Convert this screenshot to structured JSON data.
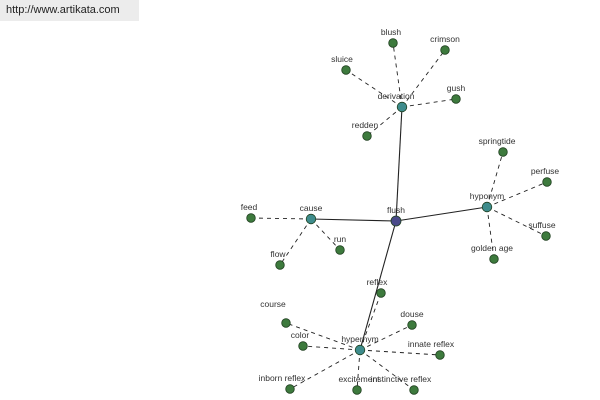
{
  "header": {
    "url": "http://www.artikata.com"
  },
  "colors": {
    "center_node": "#4a4a8a",
    "relation_node": "#3e8c8c",
    "leaf_node": "#3d7a3d",
    "edge": "#222222",
    "url_background": "#ececec"
  },
  "graph": {
    "center": {
      "id": "flush",
      "label": "flush"
    },
    "relations": [
      {
        "id": "derivation",
        "label": "derivation"
      },
      {
        "id": "hyponym",
        "label": "hyponym"
      },
      {
        "id": "cause",
        "label": "cause"
      },
      {
        "id": "hypernym",
        "label": "hypernym"
      }
    ],
    "leaves": [
      {
        "id": "blush",
        "label": "blush",
        "relation": "derivation"
      },
      {
        "id": "crimson",
        "label": "crimson",
        "relation": "derivation"
      },
      {
        "id": "sluice",
        "label": "sluice",
        "relation": "derivation"
      },
      {
        "id": "gush",
        "label": "gush",
        "relation": "derivation"
      },
      {
        "id": "redden",
        "label": "redden",
        "relation": "derivation"
      },
      {
        "id": "springtide",
        "label": "springtide",
        "relation": "hyponym"
      },
      {
        "id": "perfuse",
        "label": "perfuse",
        "relation": "hyponym"
      },
      {
        "id": "suffuse",
        "label": "suffuse",
        "relation": "hyponym"
      },
      {
        "id": "golden-age",
        "label": "golden age",
        "relation": "hyponym"
      },
      {
        "id": "feed",
        "label": "feed",
        "relation": "cause"
      },
      {
        "id": "run",
        "label": "run",
        "relation": "cause"
      },
      {
        "id": "flow",
        "label": "flow",
        "relation": "cause"
      },
      {
        "id": "reflex",
        "label": "reflex",
        "relation": "hypernym"
      },
      {
        "id": "course",
        "label": "course",
        "relation": "hypernym"
      },
      {
        "id": "douse",
        "label": "douse",
        "relation": "hypernym"
      },
      {
        "id": "color",
        "label": "color",
        "relation": "hypernym"
      },
      {
        "id": "innate-reflex",
        "label": "innate reflex",
        "relation": "hypernym"
      },
      {
        "id": "inborn-reflex",
        "label": "inborn reflex",
        "relation": "hypernym"
      },
      {
        "id": "excitement",
        "label": "excitement",
        "relation": "hypernym"
      },
      {
        "id": "instinctive-reflex",
        "label": "instinctive reflex",
        "relation": "hypernym"
      }
    ]
  }
}
